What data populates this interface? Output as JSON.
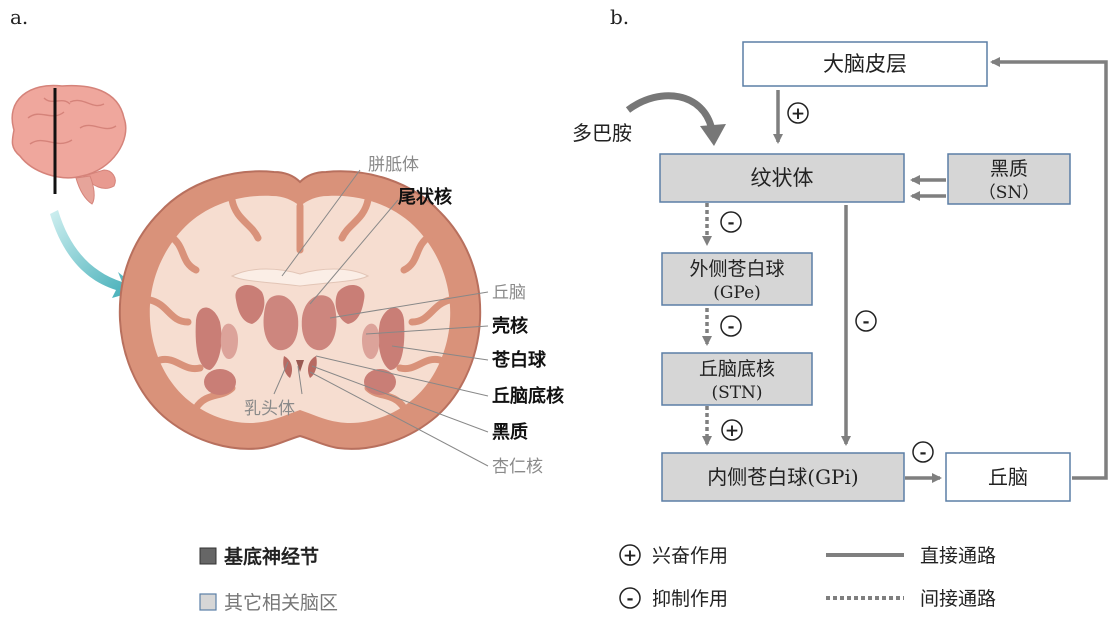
{
  "panel_a": {
    "label": "a.",
    "labels": {
      "corpus_callosum": "胼胝体",
      "caudate": "尾状核",
      "thalamus": "丘脑",
      "putamen": "壳核",
      "globus_pallidus": "苍白球",
      "subthalamic": "丘脑底核",
      "substantia_nigra": "黑质",
      "mammillary": "乳头体",
      "amygdala": "杏仁核"
    },
    "legend": {
      "basal_ganglia": "基底神经节",
      "other_regions": "其它相关脑区"
    },
    "colors": {
      "cortex": "#d9927a",
      "white_matter": "#f6ddd0",
      "nucleus": "#c97e76",
      "label_dark": "#111111",
      "label_gray": "#8a8a8a"
    }
  },
  "panel_b": {
    "label": "b.",
    "nodes": {
      "cortex": "大脑皮层",
      "striatum": "纹状体",
      "sn": {
        "line1": "黑质",
        "line2": "（SN）"
      },
      "gpe": {
        "line1": "外侧苍白球",
        "line2": "(GPe)"
      },
      "stn": {
        "line1": "丘脑底核",
        "line2": "(STN)"
      },
      "gpi": "内侧苍白球(GPi)",
      "thalamus": "丘脑"
    },
    "dopamine": "多巴胺",
    "signs": {
      "plus": "+",
      "minus": "-"
    },
    "legend": {
      "excitatory": "兴奋作用",
      "inhibitory": "抑制作用",
      "direct": "直接通路",
      "indirect": "间接通路"
    },
    "colors": {
      "box_gray": "#d6d6d6",
      "border": "#5b7fa6",
      "arrow": "#7f7f7f"
    }
  }
}
